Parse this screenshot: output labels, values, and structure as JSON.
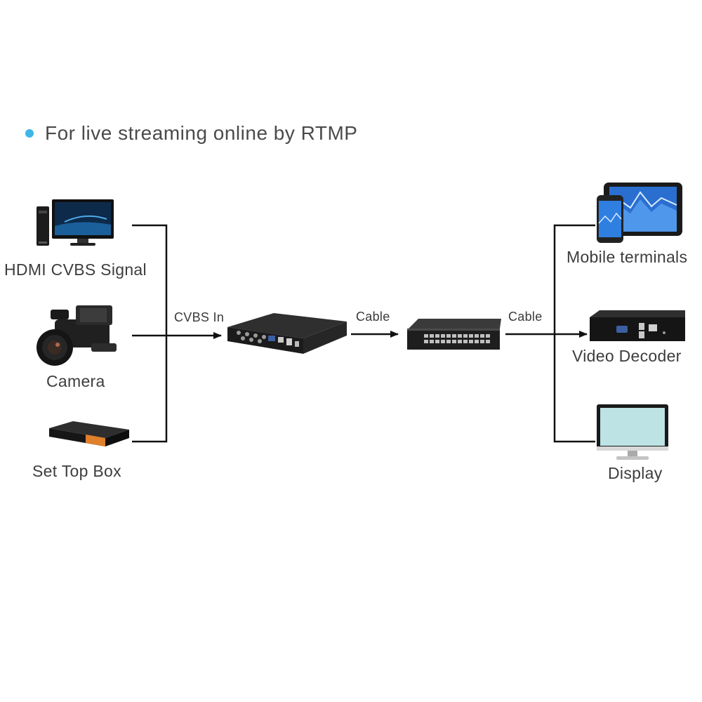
{
  "heading": {
    "text": "For live streaming online by RTMP"
  },
  "colors": {
    "bullet": "#3fb6e6",
    "line": "#111111"
  },
  "sources": [
    {
      "label": "HDMI CVBS Signal",
      "icon": "desktop-computer-icon"
    },
    {
      "label": "Camera",
      "icon": "video-camera-icon"
    },
    {
      "label": "Set Top Box",
      "icon": "set-top-box-icon"
    }
  ],
  "connections": {
    "input_label": "CVBS In",
    "cable_1_label": "Cable",
    "cable_2_label": "Cable"
  },
  "center_devices": [
    {
      "icon": "dvr-recorder-icon"
    },
    {
      "icon": "network-switch-icon"
    }
  ],
  "outputs": [
    {
      "label": "Mobile terminals",
      "icon": "tablet-phone-icon"
    },
    {
      "label": "Video Decoder",
      "icon": "video-decoder-icon"
    },
    {
      "label": "Display",
      "icon": "monitor-icon"
    }
  ]
}
